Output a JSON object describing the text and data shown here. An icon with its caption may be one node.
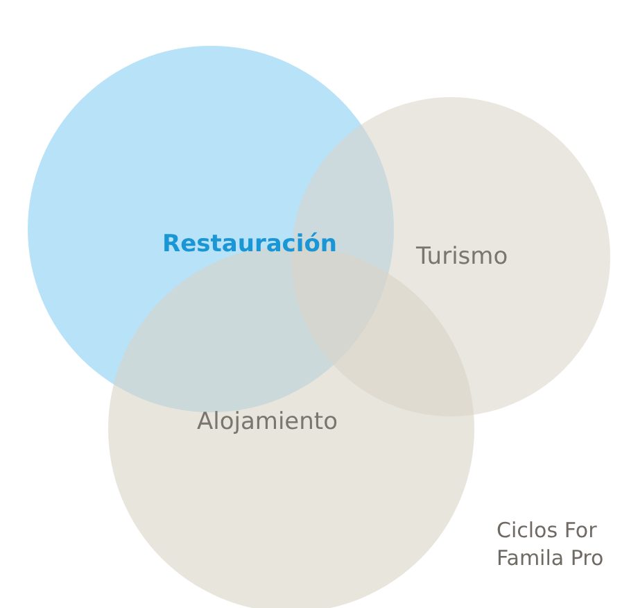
{
  "diagram": {
    "nodes": [
      {
        "text": [
          "Restauración"
        ]
      },
      {
        "text": [
          "Turismo"
        ]
      },
      {
        "text": [
          "Alojamiento"
        ]
      }
    ],
    "labels": [
      "Ciclos For Famila Pro"
    ]
  }
}
